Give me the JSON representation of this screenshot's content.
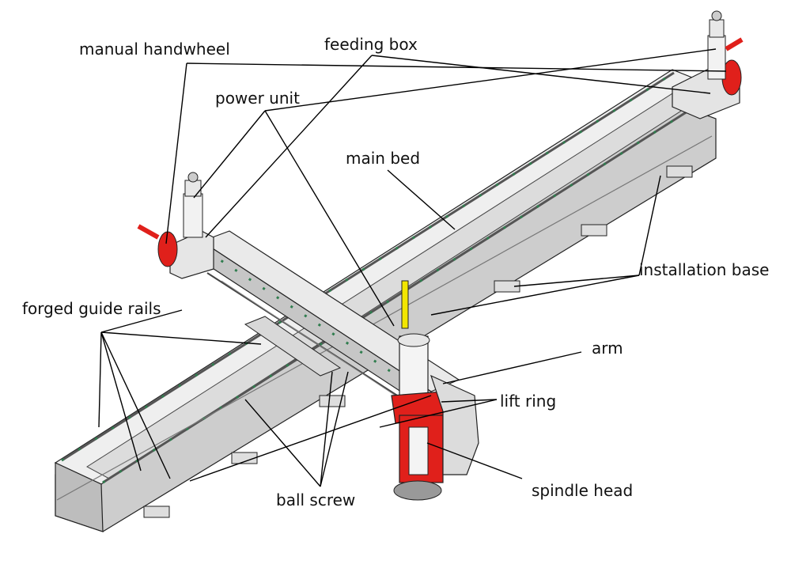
{
  "labels": {
    "manual_handwheel": "manual handwheel",
    "feeding_box": "feeding box",
    "power_unit": "power unit",
    "main_bed": "main bed",
    "installation_base": "installation base",
    "forged_guide_rails": "forged guide rails",
    "arm": "arm",
    "lift_ring": "lift ring",
    "ball_screw": "ball screw",
    "spindle_head": "spindle head"
  },
  "colors": {
    "steel_light": "#e9e9e9",
    "steel_mid": "#cfcfcf",
    "steel_dark": "#9a9a9a",
    "rail_green": "#2f7d4e",
    "accent_red": "#e0201b",
    "accent_yellow": "#f2e600"
  }
}
